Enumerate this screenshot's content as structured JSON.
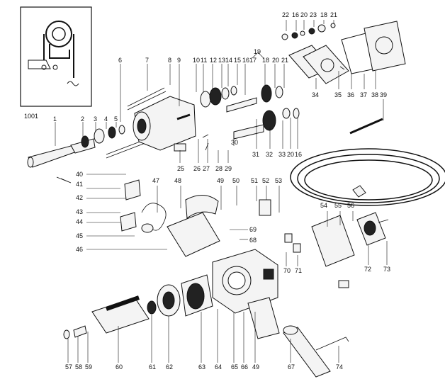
{
  "inset": {
    "label": "1001"
  },
  "labels": {
    "p1": "1",
    "p2": "2",
    "p3": "3",
    "p4": "4",
    "p5": "5",
    "p6": "6",
    "p7": "7",
    "p8": "8",
    "p9": "9",
    "p10": "10",
    "p11": "11",
    "p12": "12",
    "p13": "13",
    "p14": "14",
    "p15": "15",
    "p16a": "16",
    "p16b": "16",
    "p16c": "16",
    "p17": "17",
    "p18a": "18",
    "p18b": "18",
    "p19": "19",
    "p20a": "20",
    "p20b": "20",
    "p20c": "20",
    "p21a": "21",
    "p21b": "21",
    "p22": "22",
    "p23": "23",
    "p25": "25",
    "p26": "26",
    "p27": "27",
    "p28": "28",
    "p29": "29",
    "p30": "30",
    "p31": "31",
    "p32": "32",
    "p33": "33",
    "p34": "34",
    "p35": "35",
    "p36": "36",
    "p37": "37",
    "p38": "38",
    "p39": "39",
    "p40": "40",
    "p41": "41",
    "p42": "42",
    "p43": "43",
    "p44": "44",
    "p45": "45",
    "p46": "46",
    "p47": "47",
    "p48": "48",
    "p49a": "49",
    "p49b": "49",
    "p50": "50",
    "p51": "51",
    "p52": "52",
    "p53": "53",
    "p54": "54",
    "p55": "55",
    "p56": "56",
    "p57": "57",
    "p58": "58",
    "p59": "59",
    "p60": "60",
    "p61": "61",
    "p62": "62",
    "p63": "63",
    "p64": "64",
    "p65": "65",
    "p66": "66",
    "p67": "67",
    "p68": "68",
    "p69": "69",
    "p70": "70",
    "p71": "71",
    "p72": "72",
    "p73": "73",
    "p74": "74"
  }
}
